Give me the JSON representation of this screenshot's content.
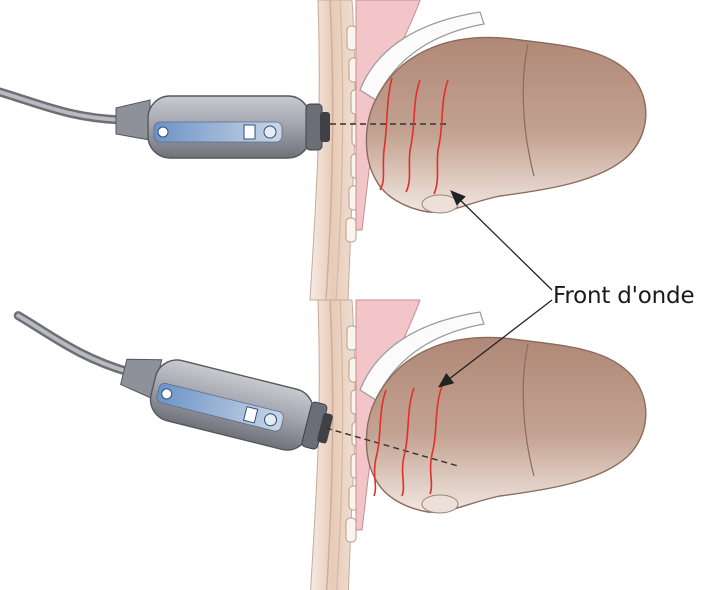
{
  "annotation": {
    "label": "Front d'onde"
  },
  "panels": [
    {
      "id": "top",
      "beam": "perpendicular",
      "wavefront_count": 3
    },
    {
      "id": "bottom",
      "beam": "oblique",
      "wavefront_count": 3
    }
  ],
  "colors": {
    "liver": "#b58f80",
    "liver_light": "#d8c3b6",
    "wavefront": "#e0302a",
    "probe_body": "#9a9da6",
    "probe_label": "#5a82b4",
    "skin_layers": "#e9d2c2",
    "arrow": "#222222"
  },
  "icons": [
    "ultrasound-probe-icon",
    "liver-icon"
  ]
}
